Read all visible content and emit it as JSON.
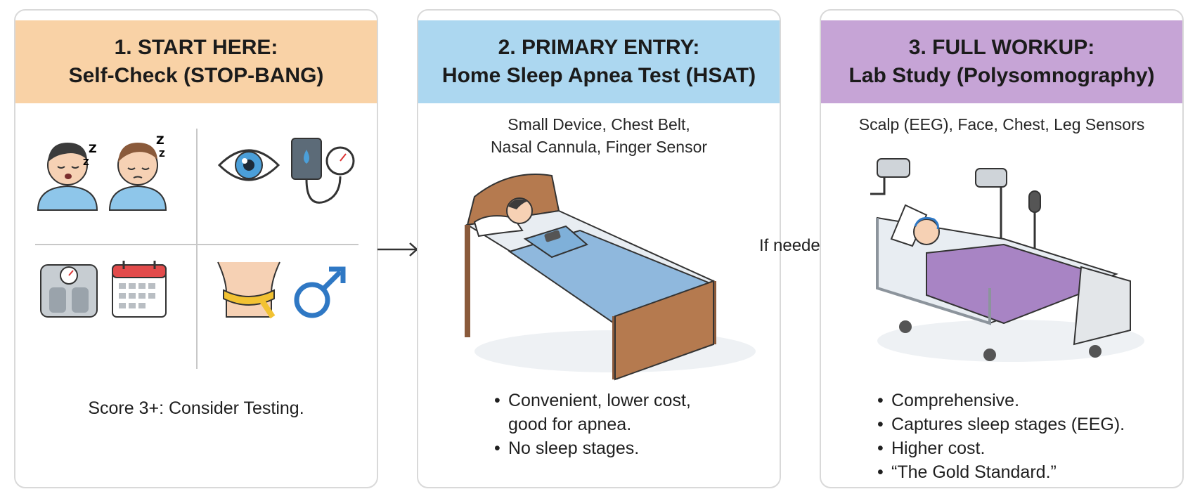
{
  "steps": [
    {
      "title_line1": "1. START HERE:",
      "title_line2": "Self-Check (STOP-BANG)",
      "score_text": "Score 3+: Consider Testing."
    },
    {
      "title_line1": "2. PRIMARY ENTRY:",
      "title_line2": "Home Sleep Apnea Test (HSAT)",
      "sub_line1": "Small Device, Chest Belt,",
      "sub_line2": "Nasal Cannula, Finger Sensor",
      "bullets": [
        "Convenient, lower cost,",
        "good for apnea.",
        "No sleep stages."
      ]
    },
    {
      "title_line1": "3. FULL WORKUP:",
      "title_line2": "Lab Study (Polysomnography)",
      "sub_line1": "Scalp (EEG), Face, Chest, Leg Sensors",
      "bullets": [
        "Comprehensive.",
        "Captures sleep stages (EEG).",
        "Higher cost.",
        "“The Gold Standard.”"
      ]
    }
  ],
  "connector_label": "If needed",
  "colors": {
    "step1_header": "#f9d2a6",
    "step2_header": "#acd7f0",
    "step3_header": "#c6a4d6"
  }
}
